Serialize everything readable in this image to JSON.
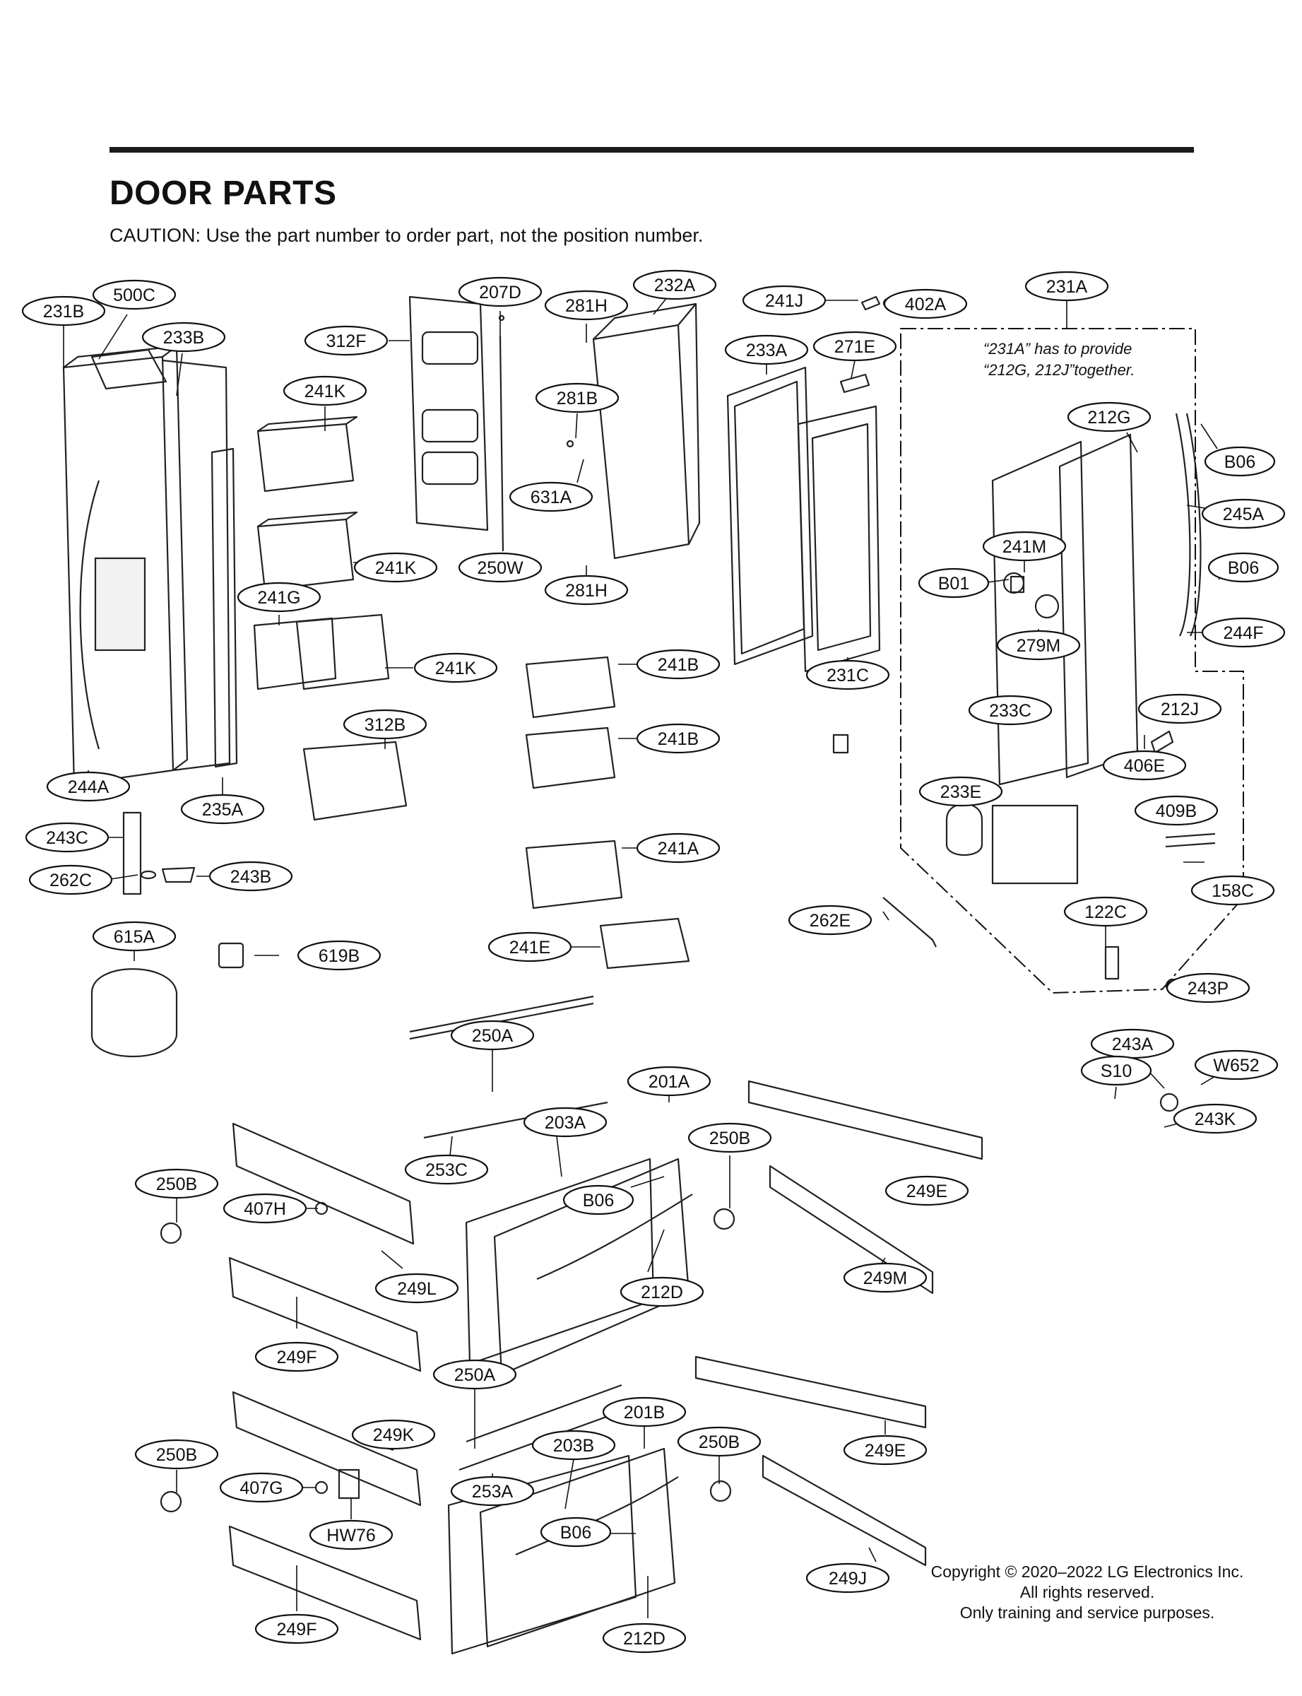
{
  "title": "DOOR PARTS",
  "caution": "CAUTION: Use the part number to order part, not the position number.",
  "note": {
    "line1": "“231A” has to provide",
    "line2": "“212G, 212J”together."
  },
  "copyright": {
    "line1": "Copyright © 2020–2022 LG Electronics Inc.",
    "line2": "All rights reserved.",
    "line3": "Only training and service purposes."
  },
  "callouts": [
    {
      "label": "231B"
    },
    {
      "label": "500C"
    },
    {
      "label": "233B"
    },
    {
      "label": "312F"
    },
    {
      "label": "207D"
    },
    {
      "label": "281H"
    },
    {
      "label": "232A"
    },
    {
      "label": "241J"
    },
    {
      "label": "402A"
    },
    {
      "label": "231A"
    },
    {
      "label": "233A"
    },
    {
      "label": "271E"
    },
    {
      "label": "241K"
    },
    {
      "label": "281B"
    },
    {
      "label": "212G"
    },
    {
      "label": "B06"
    },
    {
      "label": "631A"
    },
    {
      "label": "245A"
    },
    {
      "label": "241K"
    },
    {
      "label": "250W"
    },
    {
      "label": "241M"
    },
    {
      "label": "B06"
    },
    {
      "label": "281H"
    },
    {
      "label": "B01"
    },
    {
      "label": "241G"
    },
    {
      "label": "244F"
    },
    {
      "label": "241K"
    },
    {
      "label": "241B"
    },
    {
      "label": "279M"
    },
    {
      "label": "231C"
    },
    {
      "label": "233C"
    },
    {
      "label": "212J"
    },
    {
      "label": "312B"
    },
    {
      "label": "241B"
    },
    {
      "label": "406E"
    },
    {
      "label": "244A"
    },
    {
      "label": "235A"
    },
    {
      "label": "233E"
    },
    {
      "label": "409B"
    },
    {
      "label": "243C"
    },
    {
      "label": "241A"
    },
    {
      "label": "262C"
    },
    {
      "label": "243B"
    },
    {
      "label": "158C"
    },
    {
      "label": "262E"
    },
    {
      "label": "122C"
    },
    {
      "label": "615A"
    },
    {
      "label": "241E"
    },
    {
      "label": "619B"
    },
    {
      "label": "243P"
    },
    {
      "label": "250A"
    },
    {
      "label": "243A"
    },
    {
      "label": "S10"
    },
    {
      "label": "W652"
    },
    {
      "label": "201A"
    },
    {
      "label": "203A"
    },
    {
      "label": "250B"
    },
    {
      "label": "243K"
    },
    {
      "label": "253C"
    },
    {
      "label": "250B"
    },
    {
      "label": "B06"
    },
    {
      "label": "249E"
    },
    {
      "label": "407H"
    },
    {
      "label": "249L"
    },
    {
      "label": "212D"
    },
    {
      "label": "249M"
    },
    {
      "label": "249F"
    },
    {
      "label": "250A"
    },
    {
      "label": "201B"
    },
    {
      "label": "249K"
    },
    {
      "label": "250B"
    },
    {
      "label": "203B"
    },
    {
      "label": "250B"
    },
    {
      "label": "249E"
    },
    {
      "label": "407G"
    },
    {
      "label": "253A"
    },
    {
      "label": "HW76"
    },
    {
      "label": "B06"
    },
    {
      "label": "249J"
    },
    {
      "label": "249F"
    },
    {
      "label": "212D"
    }
  ]
}
